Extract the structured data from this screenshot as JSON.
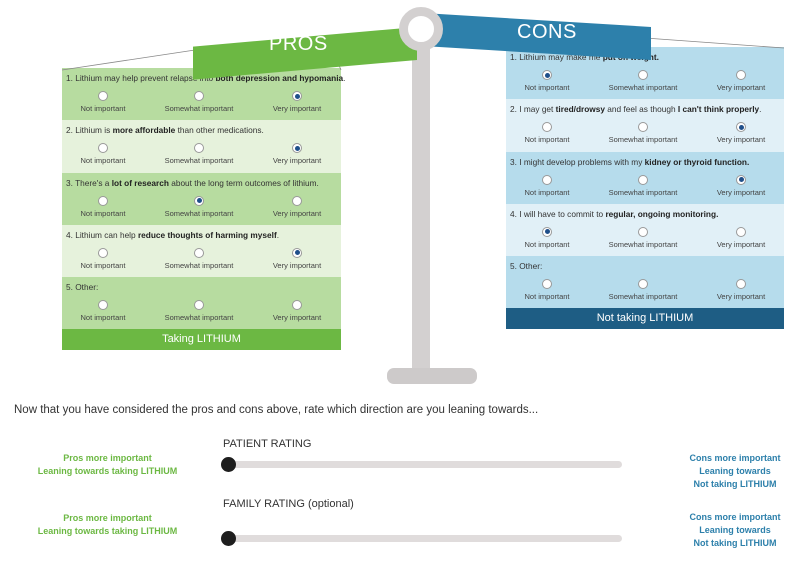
{
  "scale": {
    "pros_title": "PROS",
    "cons_title": "CONS"
  },
  "pros": {
    "footer": "Taking LITHIUM",
    "questions": [
      {
        "parts": [
          {
            "t": "1. Lithium may help prevent relapse into "
          },
          {
            "t": "both depression and hypomania",
            "b": true
          },
          {
            "t": "."
          }
        ],
        "selected": 2
      },
      {
        "parts": [
          {
            "t": "2. Lithium is "
          },
          {
            "t": "more affordable",
            "b": true
          },
          {
            "t": " than other medications."
          }
        ],
        "selected": 2
      },
      {
        "parts": [
          {
            "t": "3. There's a "
          },
          {
            "t": "lot of research",
            "b": true
          },
          {
            "t": " about the long term outcomes of lithium."
          }
        ],
        "selected": 1
      },
      {
        "parts": [
          {
            "t": "4. Lithium can help "
          },
          {
            "t": "reduce thoughts of harming myself",
            "b": true
          },
          {
            "t": "."
          }
        ],
        "selected": 2
      },
      {
        "parts": [
          {
            "t": "5. Other:"
          }
        ],
        "selected": null
      }
    ]
  },
  "cons": {
    "footer": "Not taking LITHIUM",
    "questions": [
      {
        "parts": [
          {
            "t": "1. Lithium may make me "
          },
          {
            "t": "put on weight.",
            "b": true
          }
        ],
        "selected": 0
      },
      {
        "parts": [
          {
            "t": "2. I may get "
          },
          {
            "t": "tired/drowsy",
            "b": true
          },
          {
            "t": " and feel as though "
          },
          {
            "t": "I can't think properly",
            "b": true
          },
          {
            "t": "."
          }
        ],
        "selected": 2
      },
      {
        "parts": [
          {
            "t": "3. I might develop problems with my "
          },
          {
            "t": "kidney or thyroid function.",
            "b": true
          }
        ],
        "selected": 2
      },
      {
        "parts": [
          {
            "t": "4. I will have to commit to "
          },
          {
            "t": "regular, ongoing monitoring.",
            "b": true
          }
        ],
        "selected": 0
      },
      {
        "parts": [
          {
            "t": "5. Other:"
          }
        ],
        "selected": null
      }
    ]
  },
  "options": [
    "Not important",
    "Somewhat important",
    "Very important"
  ],
  "rating": {
    "prompt": "Now that you have considered the pros and cons above, rate which direction are you leaning towards...",
    "left_lines": [
      "Pros more important",
      "Leaning towards taking LITHIUM"
    ],
    "right_lines": [
      "Cons more important",
      "Leaning towards",
      "Not taking LITHIUM"
    ],
    "patient": {
      "title": "PATIENT RATING",
      "value": 0
    },
    "family": {
      "title": "FAMILY RATING (optional)",
      "value": 0
    }
  },
  "colors": {
    "pros_green": "#6cb843",
    "cons_blue": "#2d80ab",
    "cons_footer_blue": "#1e5d84",
    "radio_selected": "#1f4f8a"
  }
}
